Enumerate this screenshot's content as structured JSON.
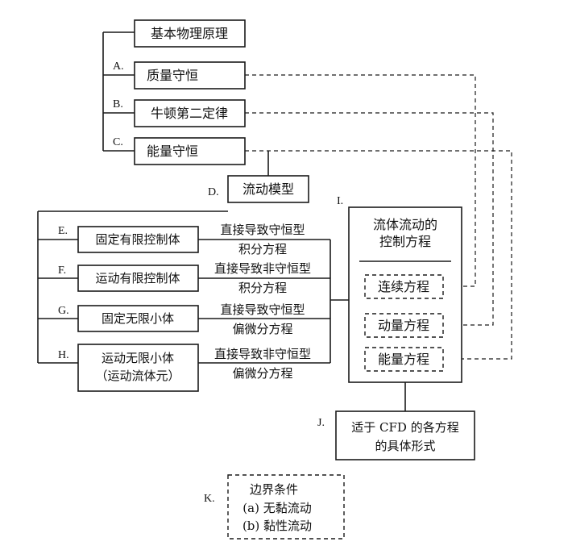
{
  "principles": {
    "title": "基本物理原理",
    "items": [
      {
        "letter": "A.",
        "label": "质量守恒"
      },
      {
        "letter": "B.",
        "label": "牛顿第二定律"
      },
      {
        "letter": "C.",
        "label": "能量守恒"
      }
    ]
  },
  "flow_model": {
    "letter": "D.",
    "label": "流动模型"
  },
  "models": [
    {
      "letter": "E.",
      "lines": [
        "固定有限控制体"
      ],
      "result": [
        "直接导致守恒型",
        "积分方程"
      ]
    },
    {
      "letter": "F.",
      "lines": [
        "运动有限控制体"
      ],
      "result": [
        "直接导致非守恒型",
        "积分方程"
      ]
    },
    {
      "letter": "G.",
      "lines": [
        "固定无限小体"
      ],
      "result": [
        "直接导致守恒型",
        "偏微分方程"
      ]
    },
    {
      "letter": "H.",
      "lines": [
        "运动无限小体",
        "（运动流体元）"
      ],
      "result": [
        "直接导致非守恒型",
        "偏微分方程"
      ]
    }
  ],
  "governing": {
    "letter": "I.",
    "title": [
      "流体流动的",
      "控制方程"
    ],
    "equations": [
      "连续方程",
      "动量方程",
      "能量方程"
    ]
  },
  "cfd": {
    "letter": "J.",
    "lines": [
      "适于 CFD 的各方程",
      "的具体形式"
    ]
  },
  "boundary": {
    "letter": "K.",
    "lines": [
      "边界条件",
      "(a) 无黏流动",
      "(b) 黏性流动"
    ]
  }
}
